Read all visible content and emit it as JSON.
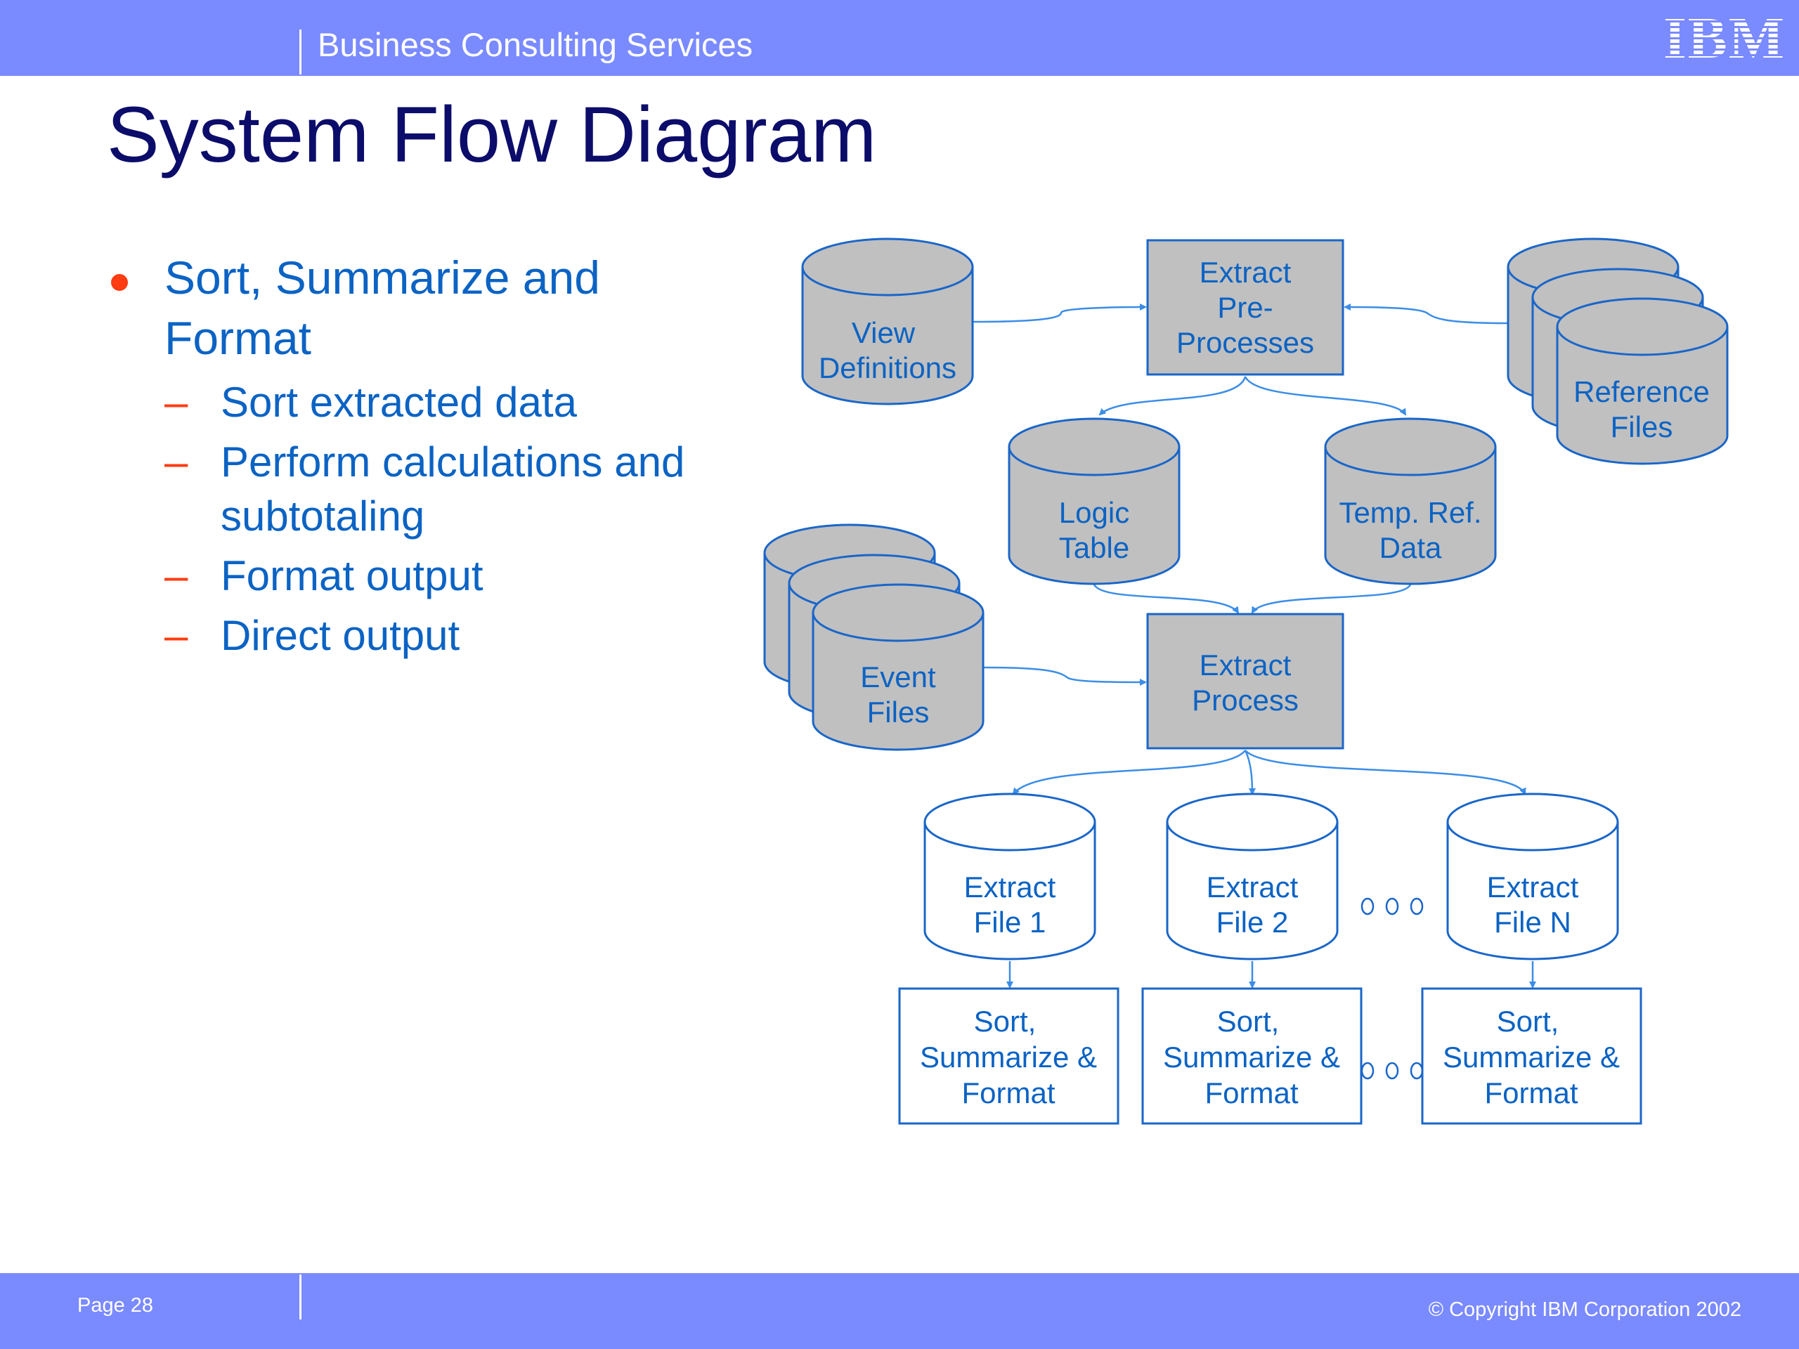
{
  "header": {
    "brand": "Business Consulting Services",
    "logo_text": "IBM"
  },
  "slide": {
    "title": "System Flow Diagram",
    "bullet": "Sort, Summarize and Format",
    "sub_bullets": [
      "Sort extracted data",
      "Perform calculations and subtotaling",
      "Format output",
      "Direct output"
    ],
    "dash": "–"
  },
  "diagram": {
    "nodes": {
      "view_definitions": [
        "View",
        "Definitions"
      ],
      "extract_preprocesses": [
        "Extract",
        "Pre-",
        "Processes"
      ],
      "reference_files": [
        "Reference",
        "Files"
      ],
      "logic_table": [
        "Logic",
        "Table"
      ],
      "temp_ref_data": [
        "Temp. Ref.",
        "Data"
      ],
      "event_files": [
        "Event",
        "Files"
      ],
      "extract_process": [
        "Extract",
        "Process"
      ],
      "extract_file_1": [
        "Extract",
        "File 1"
      ],
      "extract_file_2": [
        "Extract",
        "File 2"
      ],
      "extract_file_n": [
        "Extract",
        "File N"
      ],
      "sort_1": [
        "Sort,",
        "Summarize &",
        "Format"
      ],
      "sort_2": [
        "Sort,",
        "Summarize &",
        "Format"
      ],
      "sort_n": [
        "Sort,",
        "Summarize &",
        "Format"
      ]
    },
    "colors": {
      "stroke": "#1a66c9",
      "arrow": "#3b8de6",
      "fill": "#c0c0c0",
      "text": "#0b63c4"
    }
  },
  "footer": {
    "page": "Page 28",
    "copyright": "© Copyright IBM Corporation 2002"
  }
}
